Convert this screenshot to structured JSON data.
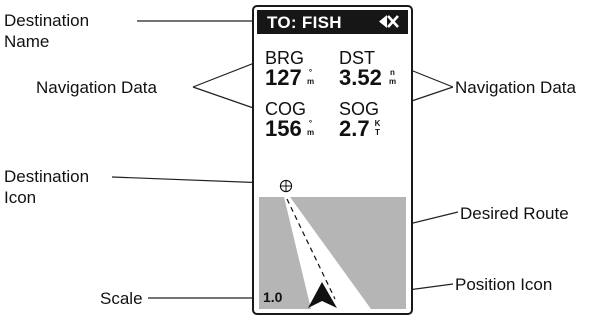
{
  "screen": {
    "title": "TO: FISH",
    "back_icon": "back-arrow-icon",
    "nav_fields": [
      {
        "label": "BRG",
        "value": "127",
        "unit_top": "°",
        "unit_bottom": "m"
      },
      {
        "label": "DST",
        "value": "3.52",
        "unit_top": "n",
        "unit_bottom": "m"
      },
      {
        "label": "COG",
        "value": "156",
        "unit_top": "°",
        "unit_bottom": "m"
      },
      {
        "label": "SOG",
        "value": "2.7",
        "unit_top": "K",
        "unit_bottom": "T"
      }
    ],
    "scale": "1.0",
    "destination_icon": "crosshair-circle-icon",
    "position_icon": "arrowhead-icon",
    "colors": {
      "title_bar": "#161616",
      "plotter": "#b5b5b5",
      "route": "#ffffff"
    }
  },
  "callouts": {
    "destination_name_1": "Destination",
    "destination_name_2": "Name",
    "navigation_data_left": "Navigation Data",
    "navigation_data_right": "Navigation Data",
    "destination_icon_1": "Destination",
    "destination_icon_2": "Icon",
    "desired_route": "Desired Route",
    "scale": "Scale",
    "position_icon": "Position Icon"
  }
}
